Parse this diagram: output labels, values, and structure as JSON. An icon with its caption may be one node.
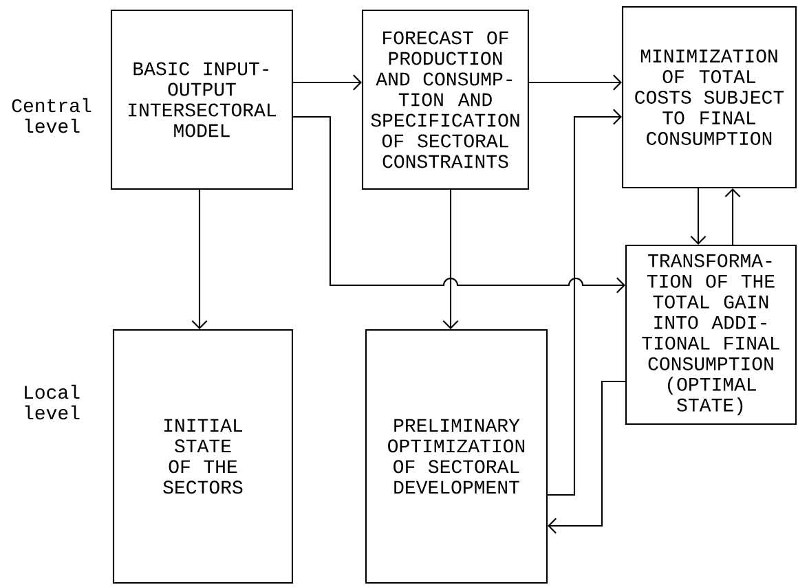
{
  "diagram": {
    "nodes": [
      {
        "text": [
          "BASIC INPUT-OUTPUT INTERSECTORAL MODEL"
        ]
      },
      {
        "text": [
          "FORECAST OF PRODUCTION AND CONSUMP-TION AND SPECIFICATION OF SECTORAL CONSTRAINTS"
        ]
      },
      {
        "text": [
          "MINIMIZATION OF TOTAL COSTS SUBJECT TO FINAL CONSUMPTION"
        ]
      },
      {
        "text": [
          "TRANSFORMA-TION OF THE TOTAL GAIN INTO ADDI-TIONAL FINAL CONSUMPTION (OPTIMAL STATE)"
        ]
      },
      {
        "text": [
          "INITIAL STATE OF THE SECTORS"
        ]
      },
      {
        "text": [
          "PRELIMINARY OPTIMIZATION OF SECTORAL DEVELOPMENT"
        ]
      }
    ],
    "edges": [
      {
        "from": 0,
        "to": 1,
        "arrow": "to"
      },
      {
        "from": 1,
        "to": 2,
        "arrow": "to"
      },
      {
        "from": 0,
        "to": 3,
        "arrow": "to"
      },
      {
        "from": 0,
        "to": 4,
        "arrow": "to"
      },
      {
        "from": 1,
        "to": 5,
        "arrow": "to"
      },
      {
        "from": 5,
        "to": 2,
        "arrow": "to"
      },
      {
        "from": 2,
        "to": 3,
        "arrow": "to"
      },
      {
        "from": 3,
        "to": 2,
        "arrow": "to"
      },
      {
        "from": 3,
        "to": 5,
        "arrow": "to"
      }
    ],
    "labels": [
      "Central level",
      "Local level"
    ]
  }
}
